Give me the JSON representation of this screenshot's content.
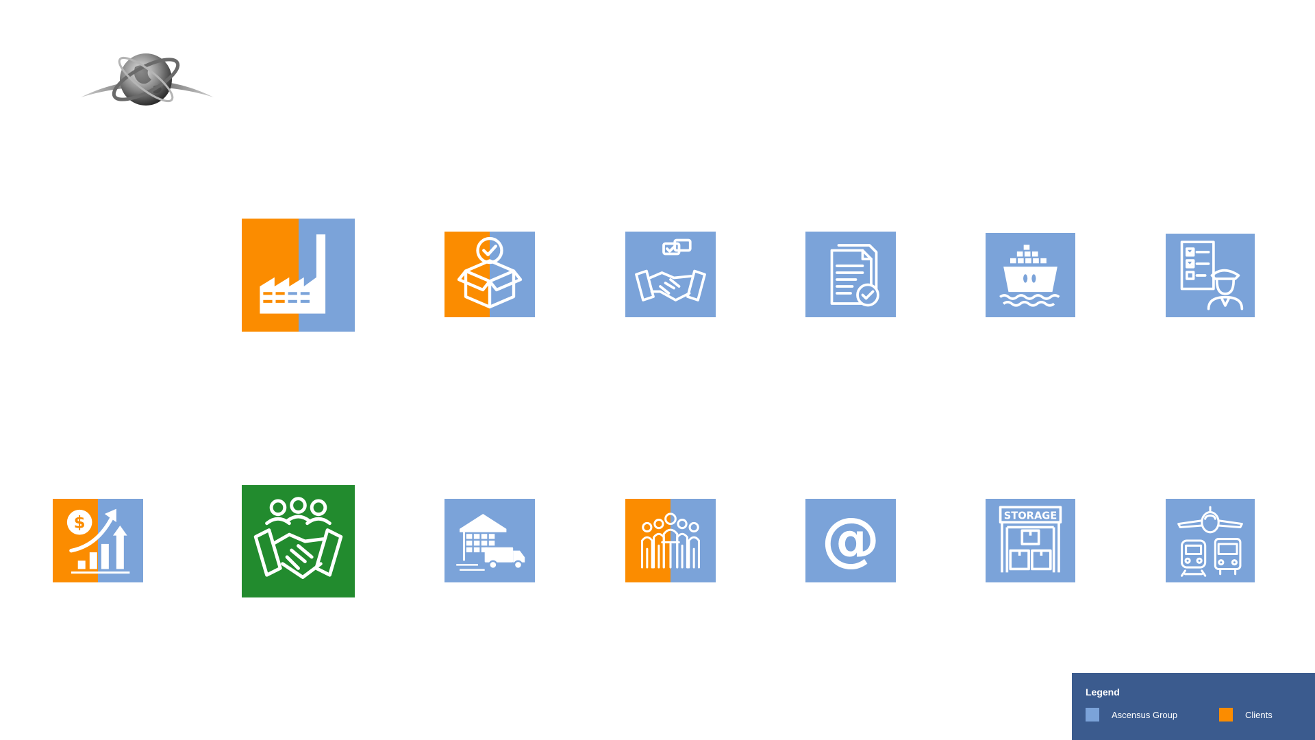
{
  "colors": {
    "ascensus": "#7ba3d9",
    "clients": "#fb8c00",
    "highlight": "#228b2e",
    "icon": "#ffffff",
    "legend_bg": "#3b5b8e"
  },
  "tiles": [
    {
      "icon": "factory-icon",
      "fill": "split"
    },
    {
      "icon": "box-check-icon",
      "fill": "split"
    },
    {
      "icon": "handshake-chat-icon",
      "fill": "ascensus"
    },
    {
      "icon": "documents-check-icon",
      "fill": "ascensus"
    },
    {
      "icon": "cargo-ship-icon",
      "fill": "ascensus"
    },
    {
      "icon": "checklist-officer-icon",
      "fill": "ascensus"
    },
    {
      "icon": "revenue-growth-icon",
      "fill": "split"
    },
    {
      "icon": "partnership-icon",
      "fill": "highlight"
    },
    {
      "icon": "warehouse-truck-icon",
      "fill": "ascensus"
    },
    {
      "icon": "team-icon",
      "fill": "split"
    },
    {
      "icon": "email-at-icon",
      "fill": "ascensus",
      "text": "@"
    },
    {
      "icon": "storage-building-icon",
      "fill": "ascensus",
      "text": "STORAGE"
    },
    {
      "icon": "transport-modes-icon",
      "fill": "ascensus"
    }
  ],
  "legend": {
    "title": "Legend",
    "items": [
      {
        "label": "Ascensus Group",
        "color": "#7ba3d9"
      },
      {
        "label": "Clients",
        "color": "#fb8c00"
      }
    ]
  }
}
